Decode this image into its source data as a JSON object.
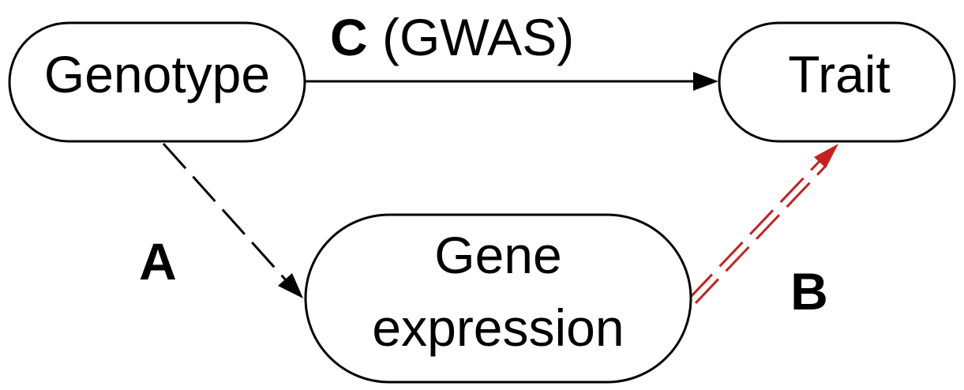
{
  "nodes": {
    "genotype": {
      "label": "Genotype"
    },
    "trait": {
      "label": "Trait"
    },
    "gene_expression": {
      "line1": "Gene",
      "line2": "expression"
    }
  },
  "edges": {
    "genotype_to_trait": {
      "letter": "C",
      "suffix": " (GWAS)",
      "style": "solid",
      "color": "#000000"
    },
    "genotype_to_expression": {
      "letter": "A",
      "style": "dashed",
      "color": "#000000"
    },
    "expression_to_trait": {
      "letter": "B",
      "style": "double-dashed",
      "color": "#c62020"
    }
  }
}
